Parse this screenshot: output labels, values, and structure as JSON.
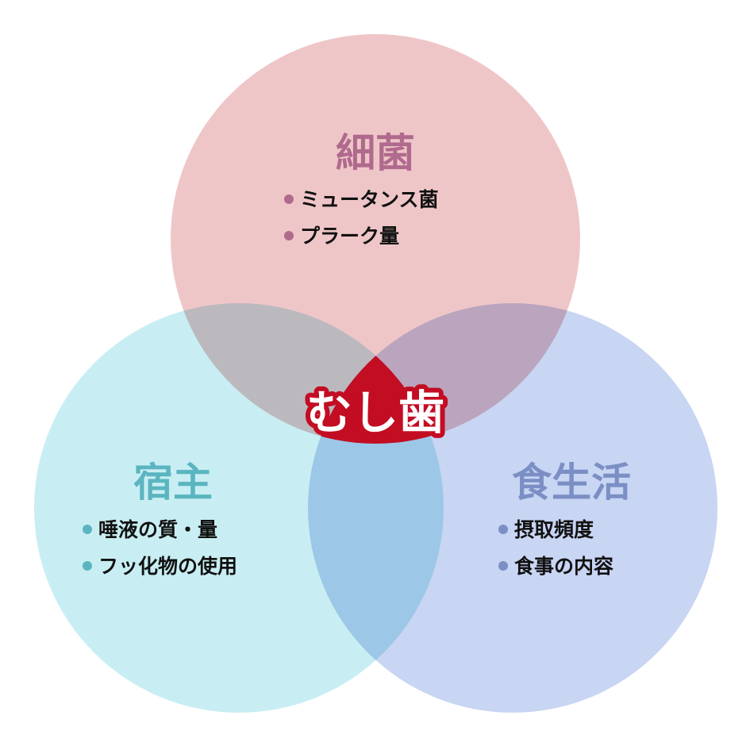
{
  "colors": {
    "bacteria_circle": "#efc6c8",
    "host_circle": "#c8eef3",
    "diet_circle": "#c8d5f3",
    "bacteria_text": "#b06a8d",
    "host_text": "#5bb5c0",
    "diet_text": "#7b8fc5",
    "center": "#c30d23"
  },
  "center": {
    "label": "むし歯"
  },
  "sets": {
    "bacteria": {
      "title": "細菌",
      "items": [
        "ミュータンス菌",
        "プラーク量"
      ]
    },
    "host": {
      "title": "宿主",
      "items": [
        "唾液の質・量",
        "フッ化物の使用"
      ]
    },
    "diet": {
      "title": "食生活",
      "items": [
        "摂取頻度",
        "食事の内容"
      ]
    }
  }
}
